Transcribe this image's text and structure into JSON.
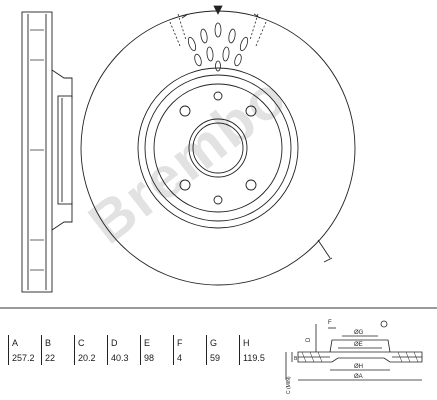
{
  "table": {
    "headers": [
      "A",
      "B",
      "C",
      "D",
      "E",
      "F",
      "G",
      "H"
    ],
    "values": [
      "257.2",
      "22",
      "20.2",
      "40.3",
      "98",
      "4",
      "59",
      "119.5"
    ]
  },
  "section_labels": {
    "g": "ØG",
    "e": "ØE",
    "h": "ØH",
    "a": "ØA",
    "f": "F",
    "d": "D",
    "b": "B",
    "c_min": "C (MIN)"
  },
  "watermark": {
    "text": "Brembo"
  },
  "colors": {
    "line": "#222222",
    "watermark": "#d9d9d9",
    "rule": "#9a9a9a"
  }
}
